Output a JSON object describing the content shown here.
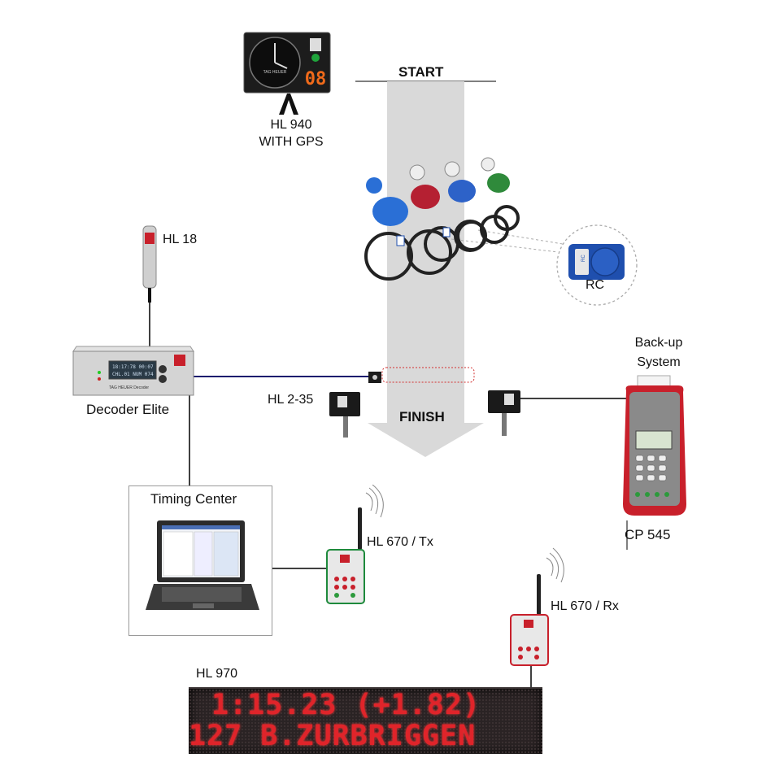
{
  "labels": {
    "start": "START",
    "finish": "FINISH",
    "hl940_line1": "HL 940",
    "hl940_line2": "WITH GPS",
    "hl18": "HL 18",
    "rc": "RC",
    "backup_line1": "Back-up",
    "backup_line2": "System",
    "decoder": "Decoder Elite",
    "hl235": "HL 2-35",
    "timing_center": "Timing Center",
    "hl670tx": "HL 670 / Tx",
    "hl670rx": "HL 670 / Rx",
    "cp545": "CP 545",
    "hl970": "HL 970"
  },
  "display": {
    "line1": "1:15.23 (+1.82)",
    "line2": "127 B.ZURBRIGGEN"
  },
  "clock": {
    "digits": "08"
  },
  "colors": {
    "beam": "#d9d9d9",
    "wire": "#000000",
    "decoder_link": "#1a1a6e",
    "led": "#e0242a",
    "printer_red": "#c8202b",
    "rc_blue": "#1f4fae"
  }
}
